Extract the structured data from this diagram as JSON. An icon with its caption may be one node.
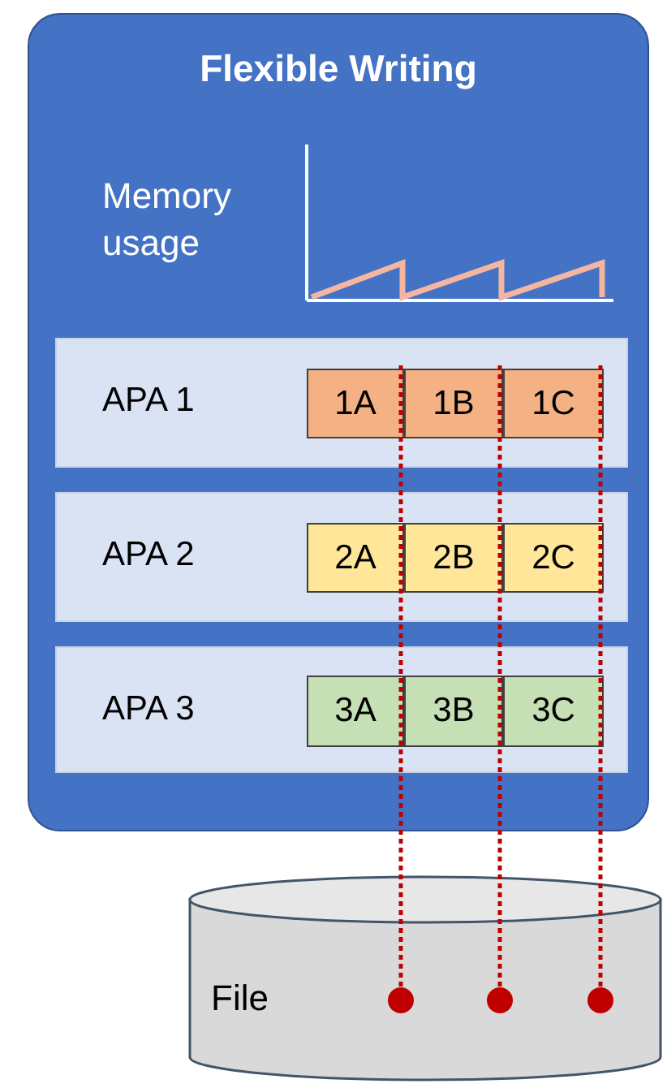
{
  "diagram": {
    "nodes": [
      {
        "text": [
          "Flexible Writing"
        ]
      },
      {
        "text": [
          "APA 1"
        ],
        "in": 0
      },
      {
        "text": [
          "1A"
        ],
        "in": 1
      },
      {
        "text": [
          "1B"
        ],
        "in": 1
      },
      {
        "text": [
          "1C"
        ],
        "in": 1
      },
      {
        "text": [
          "APA 2"
        ],
        "in": 0
      },
      {
        "text": [
          "2A"
        ],
        "in": 5
      },
      {
        "text": [
          "2B"
        ],
        "in": 5
      },
      {
        "text": [
          "2C"
        ],
        "in": 5
      },
      {
        "text": [
          "APA 3"
        ],
        "in": 0
      },
      {
        "text": [
          "3A"
        ],
        "in": 9
      },
      {
        "text": [
          "3B"
        ],
        "in": 9
      },
      {
        "text": [
          "3C"
        ],
        "in": 9
      },
      {
        "text": [
          "File"
        ]
      },
      {
        "text": [],
        "shape": "circle",
        "in": 13
      },
      {
        "text": [],
        "shape": "circle",
        "in": 13
      },
      {
        "text": [],
        "shape": "circle",
        "in": 13
      }
    ],
    "edges": [
      {
        "from": 2,
        "to": 14,
        "arrow": "none",
        "style": "dashed",
        "color": "#c00000"
      },
      {
        "from": 3,
        "to": 15,
        "arrow": "none",
        "style": "dashed",
        "color": "#c00000"
      },
      {
        "from": 4,
        "to": 16,
        "arrow": "none",
        "style": "dashed",
        "color": "#c00000"
      }
    ],
    "labels": [
      "Memory usage"
    ]
  }
}
